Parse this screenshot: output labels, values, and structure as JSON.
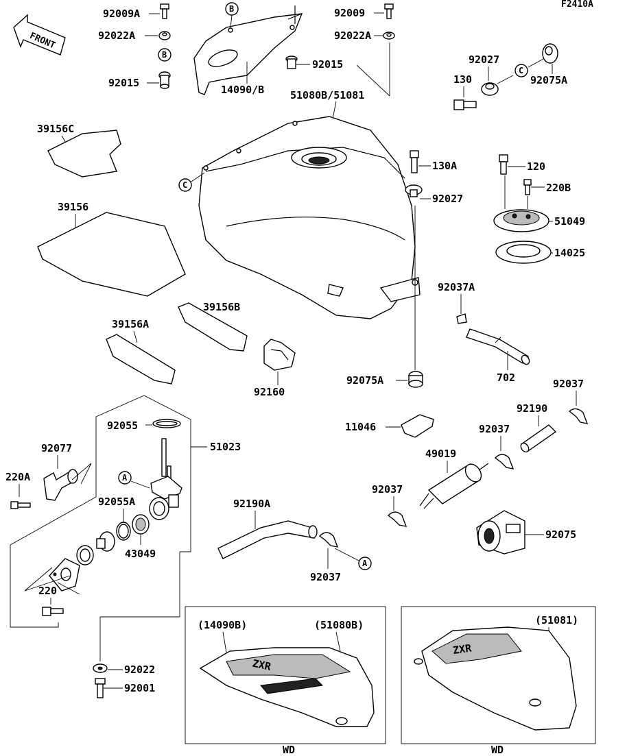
{
  "figure_code": "F2410A",
  "front_label": "FRONT",
  "ref_letters": {
    "a": "A",
    "b": "B",
    "c": "C"
  },
  "parts": {
    "p92009A": "92009A",
    "p92022A_l": "92022A",
    "p92015_l": "92015",
    "p14090B": "14090/B",
    "p92009": "92009",
    "p92022A_r": "92022A",
    "p92015_r": "92015",
    "p51080B": "51080B/51081",
    "p92027_t": "92027",
    "p130": "130",
    "p92075A_t": "92075A",
    "p39156C": "39156C",
    "p39156": "39156",
    "p130A": "130A",
    "p92027_m": "92027",
    "p120": "120",
    "p220B": "220B",
    "p51049": "51049",
    "p14025": "14025",
    "p92037A": "92037A",
    "p702": "702",
    "p39156B": "39156B",
    "p39156A": "39156A",
    "p92160": "92160",
    "p92075A_m": "92075A",
    "p92037_r": "92037",
    "p92190": "92190",
    "p11046": "11046",
    "p92037_m": "92037",
    "p49019": "49019",
    "p92055": "92055",
    "p51023": "51023",
    "p92077": "92077",
    "p220A": "220A",
    "p92055A": "92055A",
    "p43049": "43049",
    "p92190A": "92190A",
    "p92037_l": "92037",
    "p92075": "92075",
    "p92037_b": "92037",
    "p220": "220",
    "p92022": "92022",
    "p92001": "92001"
  },
  "inset_left": {
    "label1": "(14090B)",
    "label2": "(51080B)",
    "caption": "WD",
    "logo": "ZXR"
  },
  "inset_right": {
    "label1": "(51081)",
    "caption": "WD",
    "logo": "ZXR"
  }
}
